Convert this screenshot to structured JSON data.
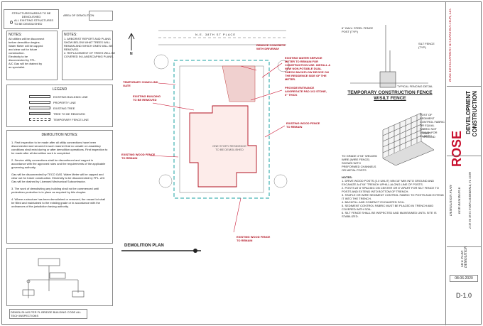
{
  "key_notes": {
    "title": "STRUCTURES/AREAS TO BE DEMOLISHED",
    "item": "ALL EXISTING STRUCTURES TO BE DEMOLISHED",
    "area_label": "AREA OF DEMOLITION"
  },
  "notes_left": {
    "title": "NOTES:",
    "lines": [
      "All utilities will be disconnect",
      "before demolition begins.",
      "",
      "Water Meter will be capped",
      "and clear out for future",
      "construction.",
      "Electricity to be",
      "disconnected by FPL.",
      "A/C Gas will be drained by",
      "an specialist."
    ]
  },
  "notes_right": {
    "title": "NOTES:",
    "lines": [
      "1. ARBORIST REPORT AND PLANS",
      "SHOW BELOW WHAT TREES WILL",
      "REMAIN AND WHICH ONES WILL BE",
      "REMOVED.",
      "",
      "2. REPLACEMENT OF TREES WILL BE",
      "COVERED IN LANDSCAPING PLANS."
    ]
  },
  "legend": {
    "title": "LEGEND",
    "rows": [
      "EXISTING BUILDING LINE",
      "PROPERTY LINE",
      "EXISTING TREE",
      "TREE TO BE REMOVED",
      "TEMPORARY FENCE LINE"
    ]
  },
  "demolition_notes": {
    "title": "DEMOLITION NOTES:",
    "paragraphs": [
      "1. First inspection to be made after all utility connections have been disconnected and secured in such manner that no unsafe or unsanitary conditions shall exist during or after demolition operations. First inspection to be made after all demolition work is completed.",
      "2. Service utility connections shall be discontinued and capped in accordance with the approved rules and the requirements of the applicable governing authority.",
      "Gas will be disconnected by TECO GAS. Water Meter will be capped and clear out for future construction. Electricity to be disconnected by FPL. A/C Gas will be drained by Licensed Mechanical Subcontractor.",
      "3. The work of demolishing any building shall not be commenced until pedestrian protection is in place as required by this chapter.",
      "4. Where a structure has been demolished or removed, the vacant lot shall be filled and maintained to the existing grade or in accordance with the ordinances of the jurisdiction having authority."
    ]
  },
  "site": {
    "street": "N.E. 38TH ST PLACE",
    "north": "N",
    "plan_title": "DEMOLITION PLAN",
    "building_label": "ONE STORY RESIDENCE TO BE DEMOLISHED",
    "callouts": [
      "REMOVE CONCRETE WITH DRIVEWAY",
      "EXISTING WATER SERVICE METER TO REMAIN FOR CONSTRUCTION USE. INSTALL A NEW NON-POTABLE DUAL CHECK BACKFLOW DEVICE ON THE RESIDENCE SIDE OF THE METER.",
      "PROVIDE ENTRANCE AGGREGATE PAD 1X2 STONE, 6\" THICK",
      "TEMPORARY CHAIN LINK GATE",
      "EXISTING BUILDING TO BE REMOVED",
      "EXISTING WOOD FENCE TO REMAIN",
      "EXISTING WOOD FENCE TO REMAIN",
      "EXISTING WOOD FENCE TO REMAIN"
    ]
  },
  "fence_detail": {
    "title": "TEMPORARY CONSTRUCTION FENCE W/SILT FENCE",
    "labels": [
      "6\" GALV. STEEL FENCE POST (TYP.)",
      "SILT FENCE (TYP.)",
      "TYPICAL FENCING DETAIL"
    ],
    "notes_title": "NOTES:",
    "notes": [
      "1. DRIVE WOOD POSTS (2.0 UNLIT) MIN 16\" MIN INTO GROUND AND EXCAVATE A 4\"X4\" TRENCH UPHILL ALONG LINE OF POSTS.",
      "2. POSTS AT 8' SPACING ON CENTER OR 6\" APART FOR SILT FENCE TO POSTS AND EXTEND INTO BOTTOM OF TRENCH.",
      "3. STAPLE OR WIRE SEDIMENT CONTROL FABRIC TO POSTS AND EXTEND IT INTO THE TRENCH.",
      "4. BACKFILL AND COMPACT EXCAVATED SOIL.",
      "5. SEDIMENT CONTROL FABRIC MUST BE PLACED IN TRENCH AND COVERED WITH SOIL.",
      "6. SILT FENCE SHALL BE INSPECTED AND MAINTAINED UNTIL SITE IS STABILIZED."
    ],
    "sub_labels": [
      "POST OF SEDIMENT CONTROL FABRIC OR EQUAL FABRIC NOT DRAWN FOR CLARITY",
      "EXIST GROUND",
      "TO GRADE 4\"X4\" WELDED WIRE (WIRE FENCE) SHOWN WITH PREFORMED CHANNELS OR METAL POSTS"
    ]
  },
  "title_block": {
    "company": "ROSE DEVELOPMENT & CONSTRUCTION, LLC",
    "logo_line1": "ROSE",
    "logo_line2": "DEVELOPMENT",
    "logo_line3": "CONSTRUCTION",
    "project_label": "DEMOLITION PLAN",
    "project": "ELM RESIDENCE",
    "address": "2130 NE 38 ST. FORT LAUDERDALE, FL 33308",
    "sheet_name": "SITE PLAN DEMOLITION",
    "date": "08-06-2020",
    "sheet_number": "D-1.0"
  },
  "riser_note": "DEMOLISH AS PER FL BRIDGE BUILDING CODE ALL TECH INSPECTIONS"
}
